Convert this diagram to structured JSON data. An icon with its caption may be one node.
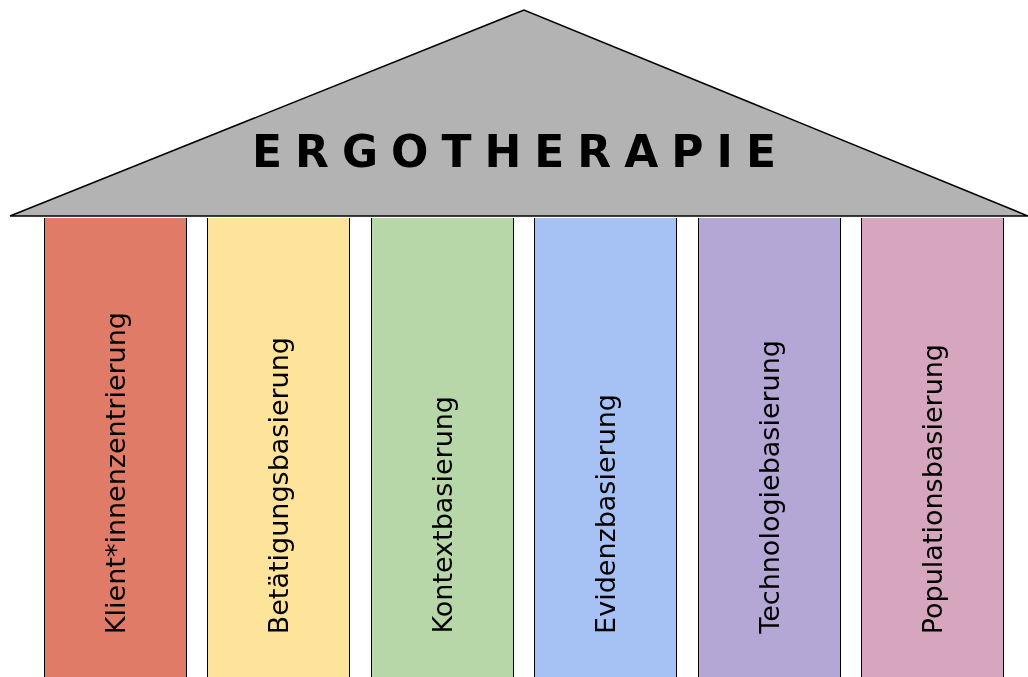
{
  "diagram": {
    "nodes": [
      {
        "text": [
          "ERGOTHERAPIE"
        ]
      },
      {
        "text": [
          "Klient*innenzentrierung"
        ]
      },
      {
        "text": [
          "Betätigungsbasierung"
        ]
      },
      {
        "text": [
          "Kontextbasierung"
        ]
      },
      {
        "text": [
          "Evidenzbasierung"
        ]
      },
      {
        "text": [
          "Technologiebasierung"
        ]
      },
      {
        "text": [
          "Populationsbasierung"
        ]
      }
    ]
  }
}
